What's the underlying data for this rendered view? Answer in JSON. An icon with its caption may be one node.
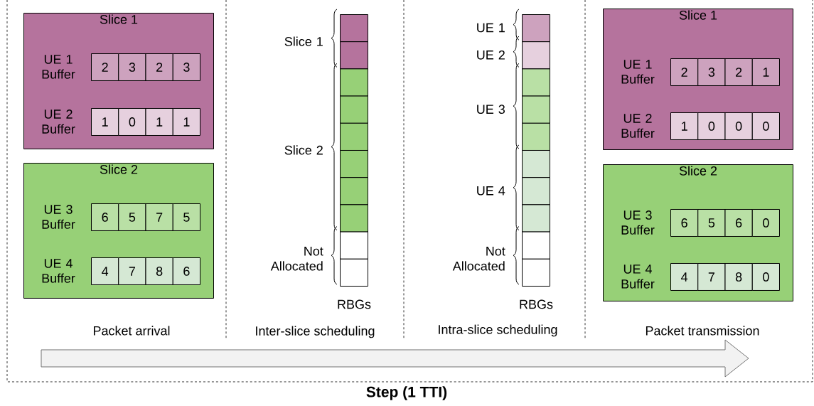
{
  "diagram": {
    "caption": "Step (1 TTI)",
    "nodes": [
      {
        "text": [
          "Slice 1"
        ]
      },
      {
        "text": [
          "2"
        ],
        "in": 0
      },
      {
        "text": [
          "3"
        ],
        "in": 0
      },
      {
        "text": [
          "2"
        ],
        "in": 0
      },
      {
        "text": [
          "3"
        ],
        "in": 0
      },
      {
        "text": [
          "1"
        ],
        "in": 0
      },
      {
        "text": [
          "0"
        ],
        "in": 0
      },
      {
        "text": [
          "1"
        ],
        "in": 0
      },
      {
        "text": [
          "1"
        ],
        "in": 0
      },
      {
        "text": [
          "Slice 2"
        ]
      },
      {
        "text": [
          "6"
        ],
        "in": 9
      },
      {
        "text": [
          "5"
        ],
        "in": 9
      },
      {
        "text": [
          "7"
        ],
        "in": 9
      },
      {
        "text": [
          "5"
        ],
        "in": 9
      },
      {
        "text": [
          "4"
        ],
        "in": 9
      },
      {
        "text": [
          "7"
        ],
        "in": 9
      },
      {
        "text": [
          "8"
        ],
        "in": 9
      },
      {
        "text": [
          "6"
        ],
        "in": 9
      },
      {
        "text": [],
        "shape": "box"
      },
      {
        "text": [],
        "shape": "box"
      },
      {
        "text": [],
        "shape": "box"
      },
      {
        "text": [],
        "shape": "box"
      },
      {
        "text": [],
        "shape": "box"
      },
      {
        "text": [],
        "shape": "box"
      },
      {
        "text": [],
        "shape": "box"
      },
      {
        "text": [],
        "shape": "box"
      },
      {
        "text": [],
        "shape": "box"
      },
      {
        "text": [],
        "shape": "box"
      },
      {
        "text": [],
        "shape": "box"
      },
      {
        "text": [],
        "shape": "box"
      },
      {
        "text": [],
        "shape": "box"
      },
      {
        "text": [],
        "shape": "box"
      },
      {
        "text": [],
        "shape": "box"
      },
      {
        "text": [],
        "shape": "box"
      },
      {
        "text": [],
        "shape": "box"
      },
      {
        "text": [],
        "shape": "box"
      },
      {
        "text": [],
        "shape": "box"
      },
      {
        "text": [],
        "shape": "box"
      },
      {
        "text": [
          "Slice 1"
        ]
      },
      {
        "text": [
          "2"
        ],
        "in": 38
      },
      {
        "text": [
          "3"
        ],
        "in": 38
      },
      {
        "text": [
          "2"
        ],
        "in": 38
      },
      {
        "text": [
          "1"
        ],
        "in": 38
      },
      {
        "text": [
          "1"
        ],
        "in": 38
      },
      {
        "text": [
          "0"
        ],
        "in": 38
      },
      {
        "text": [
          "0"
        ],
        "in": 38
      },
      {
        "text": [
          "0"
        ],
        "in": 38
      },
      {
        "text": [
          "Slice 2"
        ]
      },
      {
        "text": [
          "6"
        ],
        "in": 47
      },
      {
        "text": [
          "5"
        ],
        "in": 47
      },
      {
        "text": [
          "6"
        ],
        "in": 47
      },
      {
        "text": [
          "0"
        ],
        "in": 47
      },
      {
        "text": [
          "4"
        ],
        "in": 47
      },
      {
        "text": [
          "7"
        ],
        "in": 47
      },
      {
        "text": [
          "8"
        ],
        "in": 47
      },
      {
        "text": [
          "0"
        ],
        "in": 47
      }
    ],
    "labels": [
      "UE 1 Buffer",
      "UE 2 Buffer",
      "UE 3 Buffer",
      "UE 4 Buffer",
      "Slice 1",
      "Slice 2",
      "Not Allocated",
      "RBGs",
      "UE 1",
      "UE 2",
      "UE 3",
      "UE 4",
      "Not Allocated",
      "RBGs",
      "UE 1 Buffer",
      "UE 2 Buffer",
      "UE 3 Buffer",
      "UE 4 Buffer",
      "Packet arrival",
      "Inter-slice scheduling",
      "Intra-slice scheduling",
      "Packet transmission"
    ]
  }
}
